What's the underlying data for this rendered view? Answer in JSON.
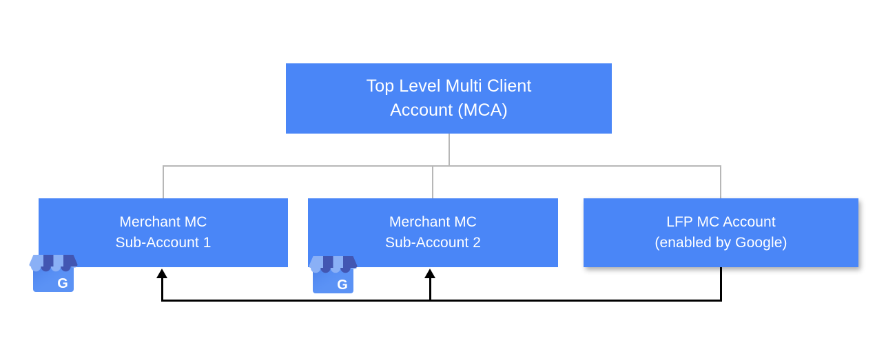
{
  "diagram": {
    "title": "Google Merchant Center account hierarchy with LFP feedback",
    "colors": {
      "node_fill": "#4a86f7",
      "node_text": "#ffffff",
      "tree_connector": "#b7b7b7",
      "flow_arrow": "#000000",
      "background": "#ffffff"
    },
    "nodes": [
      {
        "id": "mca",
        "label": "Top Level Multi Client\nAccount (MCA)",
        "level": "top",
        "has_icon": false
      },
      {
        "id": "merchant-1",
        "label": "Merchant MC\nSub-Account 1",
        "level": "child",
        "has_icon": true,
        "icon": "google-my-business-icon"
      },
      {
        "id": "merchant-2",
        "label": "Merchant MC\nSub-Account 2",
        "level": "child",
        "has_icon": true,
        "icon": "google-my-business-icon"
      },
      {
        "id": "lfp",
        "label": "LFP MC Account\n(enabled by Google)",
        "level": "child",
        "has_icon": false
      }
    ],
    "connectors": {
      "tree_style": "orthogonal-grey",
      "flow_style": "orthogonal-black-arrow",
      "flow_from": "lfp",
      "flow_to": [
        "merchant-1",
        "merchant-2"
      ]
    }
  }
}
